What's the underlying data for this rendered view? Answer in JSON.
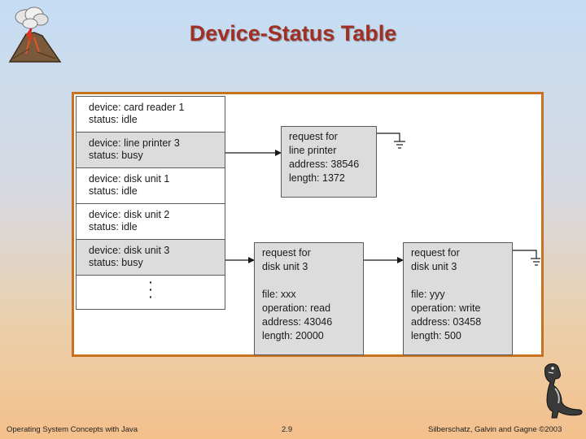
{
  "title": "Device-Status Table",
  "devices": [
    {
      "device": "device: card reader 1",
      "status": "status: idle"
    },
    {
      "device": "device: line printer 3",
      "status": "status: busy"
    },
    {
      "device": "device: disk unit 1",
      "status": "status: idle"
    },
    {
      "device": "device: disk unit 2",
      "status": "status: idle"
    },
    {
      "device": "device: disk unit 3",
      "status": "status: busy"
    }
  ],
  "ellipsis": "·\n·\n·",
  "requests": {
    "printer": [
      "request for",
      "line printer",
      "address: 38546",
      "length: 1372"
    ],
    "disk_a": [
      "request for",
      "disk unit 3",
      "",
      "file: xxx",
      "operation: read",
      "address: 43046",
      "length: 20000"
    ],
    "disk_b": [
      "request for",
      "disk unit 3",
      "",
      "file: yyy",
      "operation: write",
      "address: 03458",
      "length: 500"
    ]
  },
  "footer": {
    "left": "Operating System Concepts with Java",
    "center": "2.9",
    "right": "Silberschatz, Galvin and Gagne ©2003"
  },
  "colors": {
    "title": "#a03024",
    "frame_border": "#c8721f",
    "busy_fill": "#dcdcdc"
  },
  "icons": {
    "top_left": "volcano-icon",
    "bottom_right": "dinosaur-icon"
  }
}
